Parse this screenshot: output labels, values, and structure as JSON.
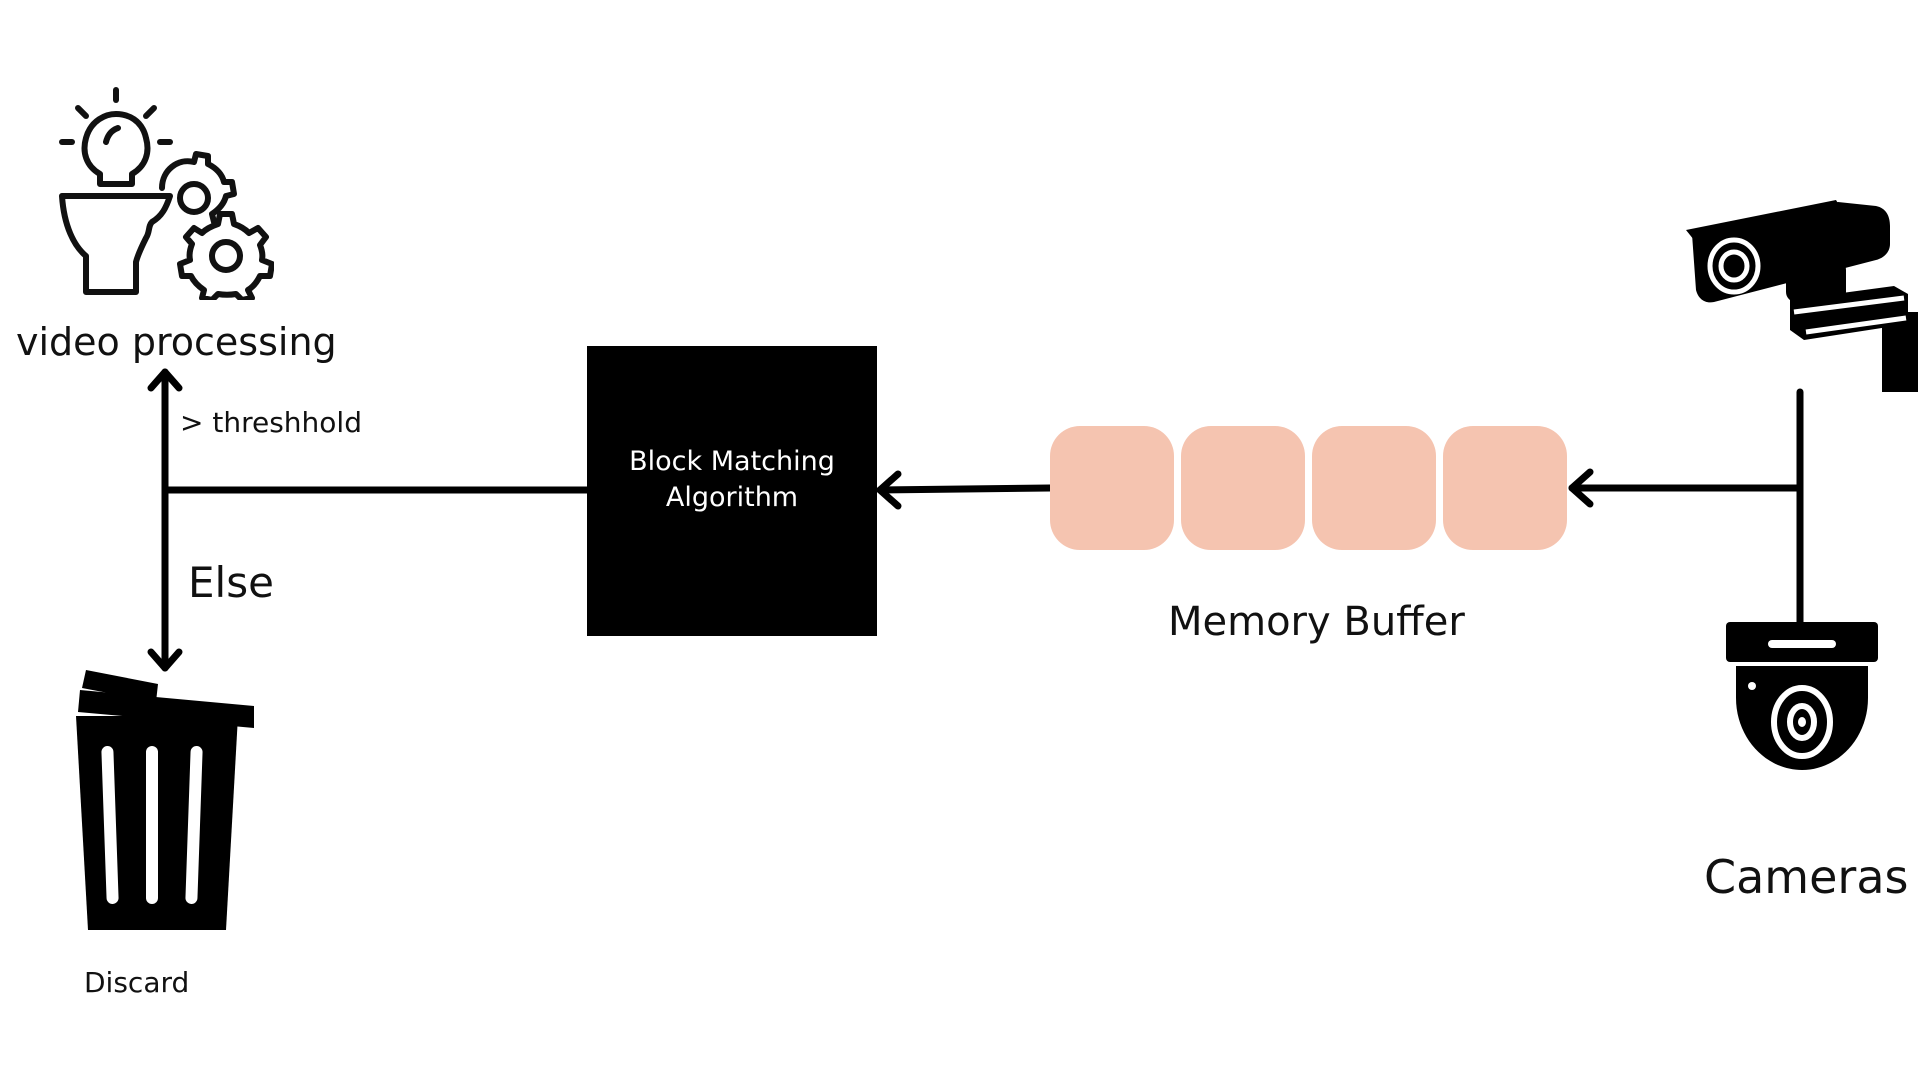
{
  "nodes": {
    "video_processing": "video processing",
    "block_matching": "Block Matching Algorithm",
    "memory_buffer": "Memory Buffer",
    "cameras": "Cameras",
    "discard": "Discard"
  },
  "edges": {
    "threshold": "> threshhold",
    "else": "Else"
  },
  "buffer_slots": 4,
  "colors": {
    "line": "#000000",
    "block_fill": "#000000",
    "block_text": "#ffffff",
    "buffer_fill": "#f5c4b0",
    "text": "#111111"
  },
  "icons": {
    "video_processing": "head-bulb-gears-icon",
    "discard": "trash-can-icon",
    "camera_bullet": "bullet-camera-icon",
    "camera_dome": "dome-camera-icon"
  }
}
